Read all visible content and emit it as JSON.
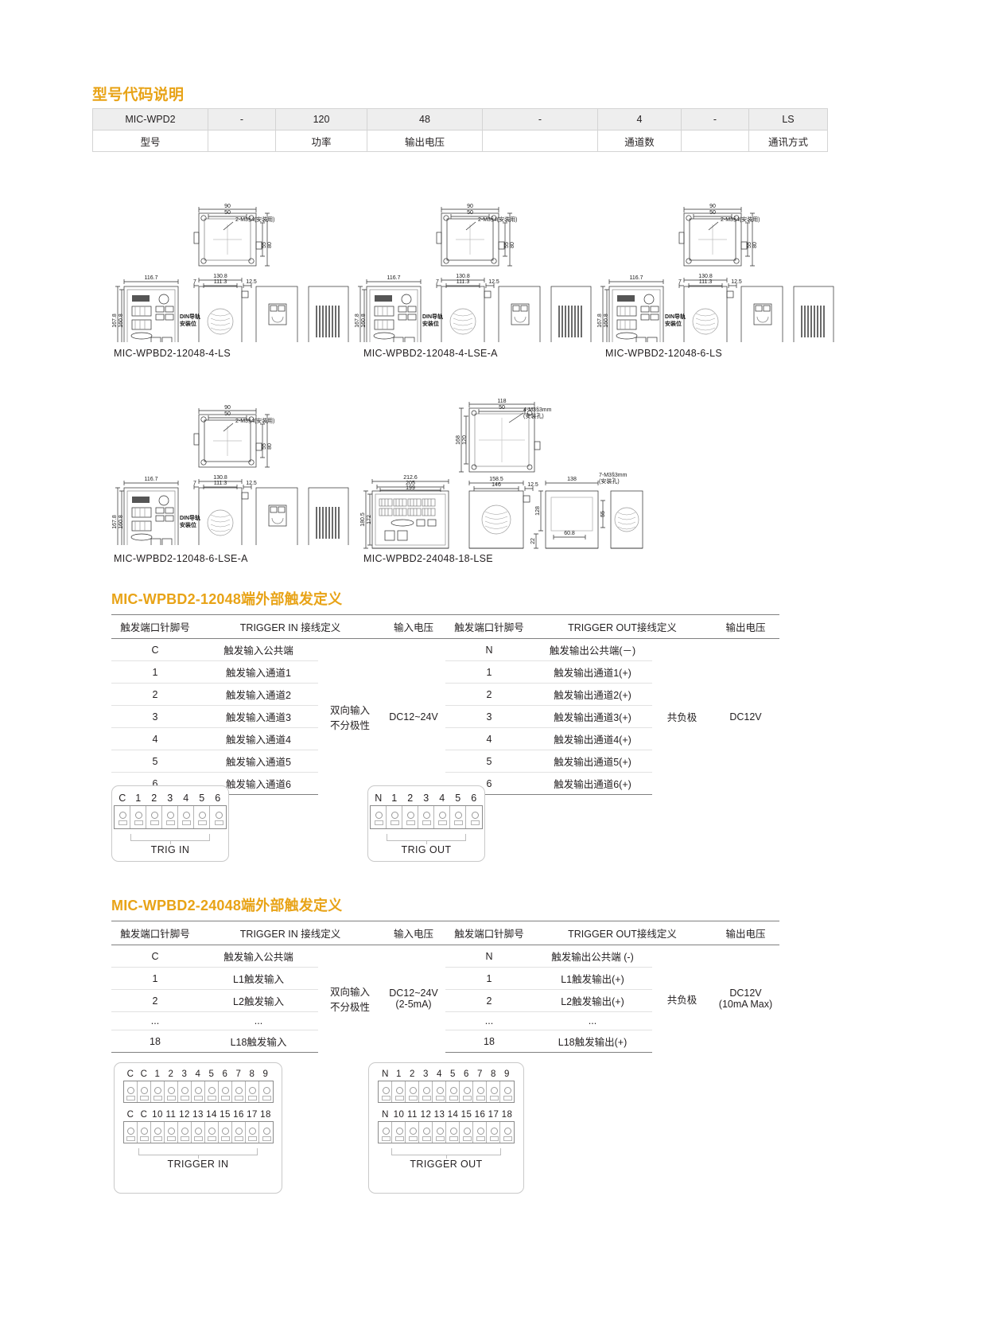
{
  "page": {
    "accent_color": "#e8a317",
    "text_color": "#231f20"
  },
  "model_code": {
    "heading": "型号代码说明",
    "code_row": [
      "MIC-WPD2",
      "-",
      "120",
      "48",
      "-",
      "4",
      "-",
      "LS"
    ],
    "meaning_row": [
      "型号",
      "",
      "功率",
      "输出电压",
      "",
      "通道数",
      "",
      "通讯方式"
    ]
  },
  "drawings": {
    "captions": [
      "MIC-WPBD2-12048-4-LS",
      "MIC-WPBD2-12048-4-LSE-A",
      "MIC-WPBD2-12048-6-LS",
      "MIC-WPBD2-12048-6-LSE-A",
      "MIC-WPBD2-24048-18-LSE"
    ],
    "dims_small": {
      "top_w_outer": "90",
      "top_w_inner": "50",
      "screw_note": "2-M3§4(安装用)",
      "side_h_outer": "80",
      "side_h_inner": "55",
      "front_w": "116.7",
      "front_h_outer": "167.8",
      "front_h_inner": "160.8",
      "depth_total": "130.8",
      "depth_body": "111.3",
      "depth_front": "12.5",
      "depth_rear": "7",
      "din_note": "DIN导轨\n安装位"
    },
    "dims_large": {
      "top_w_outer": "118",
      "top_w_inner": "50",
      "screw_note": "4-M3§3mm",
      "screw_note2": "(安装孔)",
      "top_h_outer": "168",
      "top_h_inner": "120",
      "front_w_outer": "212.6",
      "front_w_mid": "205",
      "front_w_inner": "199",
      "front_h_outer": "180.5",
      "front_h_inner": "172",
      "depth_outer": "158.5",
      "depth_inner": "146",
      "depth_front": "12.5",
      "side_w": "138",
      "side_note": "7-M3§3mm",
      "side_note2": "(安装孔)",
      "d1": "128",
      "d2": "22",
      "d3": "60.8",
      "d4": "55"
    }
  },
  "trigger_12048": {
    "heading": "MIC-WPBD2-12048端外部触发定义",
    "headers": [
      "触发端口针脚号",
      "TRIGGER IN 接线定义",
      "输入电压",
      "触发端口针脚号",
      "TRIGGER OUT接线定义",
      "输出电压"
    ],
    "rows": [
      {
        "in_pin": "C",
        "in_def": "触发输入公共端",
        "out_pin": "N",
        "out_def": "触发输出公共端(－)"
      },
      {
        "in_pin": "1",
        "in_def": "触发输入通道1",
        "out_pin": "1",
        "out_def": "触发输出通道1(+)"
      },
      {
        "in_pin": "2",
        "in_def": "触发输入通道2",
        "out_pin": "2",
        "out_def": "触发输出通道2(+)"
      },
      {
        "in_pin": "3",
        "in_def": "触发输入通道3",
        "out_pin": "3",
        "out_def": "触发输出通道3(+)"
      },
      {
        "in_pin": "4",
        "in_def": "触发输入通道4",
        "out_pin": "4",
        "out_def": "触发输出通道4(+)"
      },
      {
        "in_pin": "5",
        "in_def": "触发输入通道5",
        "out_pin": "5",
        "out_def": "触发输出通道5(+)"
      },
      {
        "in_pin": "6",
        "in_def": "触发输入通道6",
        "out_pin": "6",
        "out_def": "触发输出通道6(+)"
      }
    ],
    "in_mode_line1": "双向输入",
    "in_mode_line2": "不分极性",
    "in_voltage": "DC12~24V",
    "out_mode": "共负极",
    "out_voltage": "DC12V",
    "connector_in": {
      "pins": [
        "C",
        "1",
        "2",
        "3",
        "4",
        "5",
        "6"
      ],
      "label": "TRIG IN"
    },
    "connector_out": {
      "pins": [
        "N",
        "1",
        "2",
        "3",
        "4",
        "5",
        "6"
      ],
      "label": "TRIG OUT"
    }
  },
  "trigger_24048": {
    "heading": "MIC-WPBD2-24048端外部触发定义",
    "headers": [
      "触发端口针脚号",
      "TRIGGER IN 接线定义",
      "输入电压",
      "触发端口针脚号",
      "TRIGGER OUT接线定义",
      "输出电压"
    ],
    "rows": [
      {
        "in_pin": "C",
        "in_def": "触发输入公共端",
        "out_pin": "N",
        "out_def": "触发输出公共端 (-)"
      },
      {
        "in_pin": "1",
        "in_def": "L1触发输入",
        "out_pin": "1",
        "out_def": "L1触发输出(+)"
      },
      {
        "in_pin": "2",
        "in_def": "L2触发输入",
        "out_pin": "2",
        "out_def": "L2触发输出(+)"
      },
      {
        "in_pin": "...",
        "in_def": "...",
        "out_pin": "...",
        "out_def": "..."
      },
      {
        "in_pin": "18",
        "in_def": "L18触发输入",
        "out_pin": "18",
        "out_def": "L18触发输出(+)"
      }
    ],
    "in_mode_line1": "双向输入",
    "in_mode_line2": "不分极性",
    "in_voltage_line1": "DC12~24V",
    "in_voltage_line2": "(2-5mA)",
    "out_mode": "共负极",
    "out_voltage_line1": "DC12V",
    "out_voltage_line2": "(10mA Max)",
    "connector_in": {
      "pins_top": [
        "C",
        "C",
        "1",
        "2",
        "3",
        "4",
        "5",
        "6",
        "7",
        "8",
        "9"
      ],
      "pins_bottom": [
        "C",
        "C",
        "10",
        "11",
        "12",
        "13",
        "14",
        "15",
        "16",
        "17",
        "18"
      ],
      "label": "TRIGGER IN"
    },
    "connector_out": {
      "pins_top": [
        "N",
        "1",
        "2",
        "3",
        "4",
        "5",
        "6",
        "7",
        "8",
        "9"
      ],
      "pins_bottom": [
        "N",
        "10",
        "11",
        "12",
        "13",
        "14",
        "15",
        "16",
        "17",
        "18"
      ],
      "label": "TRIGGER OUT"
    }
  }
}
